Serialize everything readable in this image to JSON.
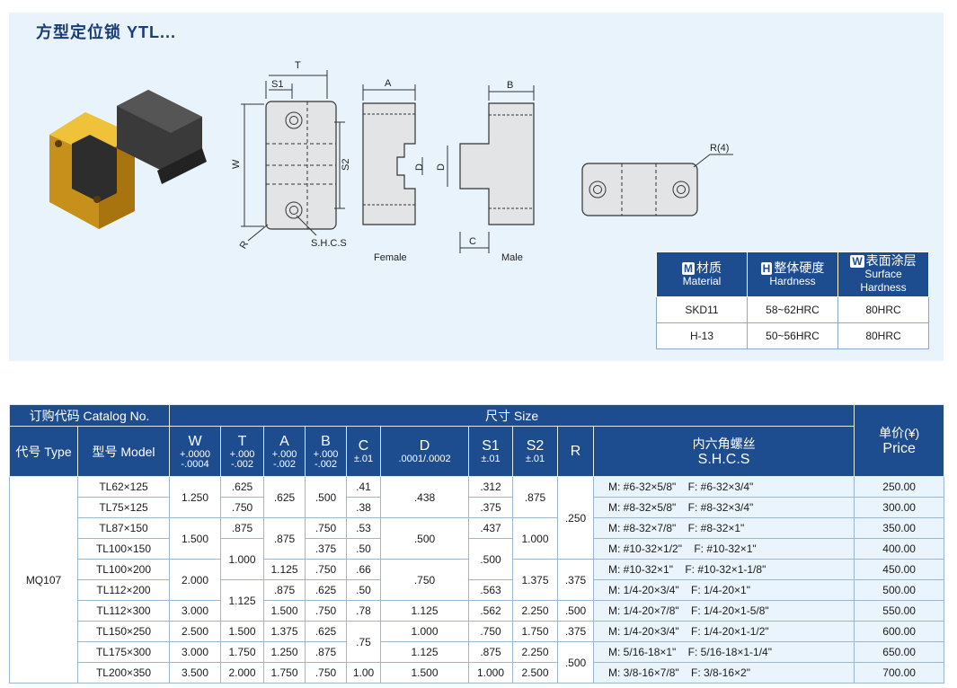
{
  "title": "方型定位锁 YTL...",
  "drawing_labels": {
    "T": "T",
    "S1": "S1",
    "W": "W",
    "S2": "S2",
    "R": "R",
    "shcs": "S.H.C.S",
    "A": "A",
    "D": "D",
    "female": "Female",
    "B": "B",
    "C": "C",
    "male": "Male",
    "R4": "R(4)"
  },
  "material_table": {
    "headers": [
      {
        "badge": "M",
        "cn": "材质",
        "en": "Material"
      },
      {
        "badge": "H",
        "cn": "整体硬度",
        "en": "Hardness"
      },
      {
        "badge": "W",
        "cn": "表面涂层",
        "en": "Surface Hardness"
      }
    ],
    "rows": [
      [
        "SKD11",
        "58~62HRC",
        "80HRC"
      ],
      [
        "H-13",
        "50~56HRC",
        "80HRC"
      ]
    ]
  },
  "main_table": {
    "catalog_header": "订购代码 Catalog No.",
    "size_header": "尺寸 Size",
    "type_header": "代号 Type",
    "model_header": "型号 Model",
    "W": {
      "name": "W",
      "tol1": "+.0000",
      "tol2": "-.0004"
    },
    "T": {
      "name": "T",
      "tol1": "+.000",
      "tol2": "-.002"
    },
    "A": {
      "name": "A",
      "tol1": "+.000",
      "tol2": "-.002"
    },
    "B": {
      "name": "B",
      "tol1": "+.000",
      "tol2": "-.002"
    },
    "C": {
      "name": "C",
      "tol": "±.01"
    },
    "D": {
      "name": "D",
      "tol": ".0001/.0002"
    },
    "S1": {
      "name": "S1",
      "tol": "±.01"
    },
    "S2": {
      "name": "S2",
      "tol": "±.01"
    },
    "R": {
      "name": "R"
    },
    "shcs": {
      "cn": "内六角螺丝",
      "en": "S.H.C.S"
    },
    "price": {
      "cn": "单价(¥)",
      "en": "Price"
    },
    "type": "MQ107",
    "models": [
      "TL62×125",
      "TL75×125",
      "TL87×150",
      "TL100×150",
      "TL100×200",
      "TL112×200",
      "TL112×300",
      "TL150×250",
      "TL175×300",
      "TL200×350"
    ],
    "W_vals": [
      "1.250",
      "1.500",
      "2.000",
      "3.000",
      "2.500",
      "3.000",
      "3.500"
    ],
    "T_vals": [
      ".625",
      ".750",
      ".875",
      "1.000",
      "1.125",
      "1.500",
      "1.750",
      "2.000"
    ],
    "A_vals": [
      ".625",
      ".875",
      "1.125",
      ".875",
      "1.500",
      "1.375",
      "1.250",
      "1.750"
    ],
    "B_vals": [
      ".500",
      ".750",
      ".375",
      ".750",
      ".625",
      ".750",
      ".625",
      ".875",
      ".750"
    ],
    "C_vals": [
      ".41",
      ".38",
      ".53",
      ".50",
      ".66",
      ".50",
      ".78",
      ".75",
      "1.00"
    ],
    "D_vals": [
      ".438",
      ".500",
      ".750",
      "1.125",
      "1.000",
      "1.125",
      "1.500"
    ],
    "S1_vals": [
      ".312",
      ".375",
      ".437",
      ".500",
      ".563",
      ".562",
      ".750",
      ".875",
      "1.000"
    ],
    "S2_vals": [
      ".875",
      "1.000",
      "1.375",
      "2.250",
      "1.750",
      "2.250",
      "2.500"
    ],
    "R_vals": [
      ".250",
      ".375",
      ".500",
      ".375",
      ".500"
    ],
    "screws": [
      {
        "m": "M:  #6-32×5/8\"",
        "f": "F:  #6-32×3/4\""
      },
      {
        "m": "M:  #8-32×5/8\"",
        "f": "F:  #8-32×3/4\""
      },
      {
        "m": "M:  #8-32×7/8\"",
        "f": "F:  #8-32×1\""
      },
      {
        "m": "M:  #10-32×1/2\"",
        "f": "F:  #10-32×1\""
      },
      {
        "m": "M:  #10-32×1\"",
        "f": "F:  #10-32×1-1/8\""
      },
      {
        "m": "M:  1/4-20×3/4\"",
        "f": "F:  1/4-20×1\""
      },
      {
        "m": "M:  1/4-20×7/8\"",
        "f": "F:  1/4-20×1-5/8\""
      },
      {
        "m": "M:  1/4-20×3/4\"",
        "f": "F:  1/4-20×1-1/2\""
      },
      {
        "m": "M:  5/16-18×1\"",
        "f": "F:  5/16-18×1-1/4\""
      },
      {
        "m": "M:  3/8-16×7/8\"",
        "f": "F:  3/8-16×2\""
      }
    ],
    "prices": [
      "250.00",
      "300.00",
      "350.00",
      "400.00",
      "450.00",
      "500.00",
      "550.00",
      "600.00",
      "650.00",
      "700.00"
    ]
  },
  "colors": {
    "header_blue": "#1e4d8f",
    "panel_bg": "#e8f3fb",
    "gold": "#d9a21a",
    "dark": "#2b2b2b"
  }
}
